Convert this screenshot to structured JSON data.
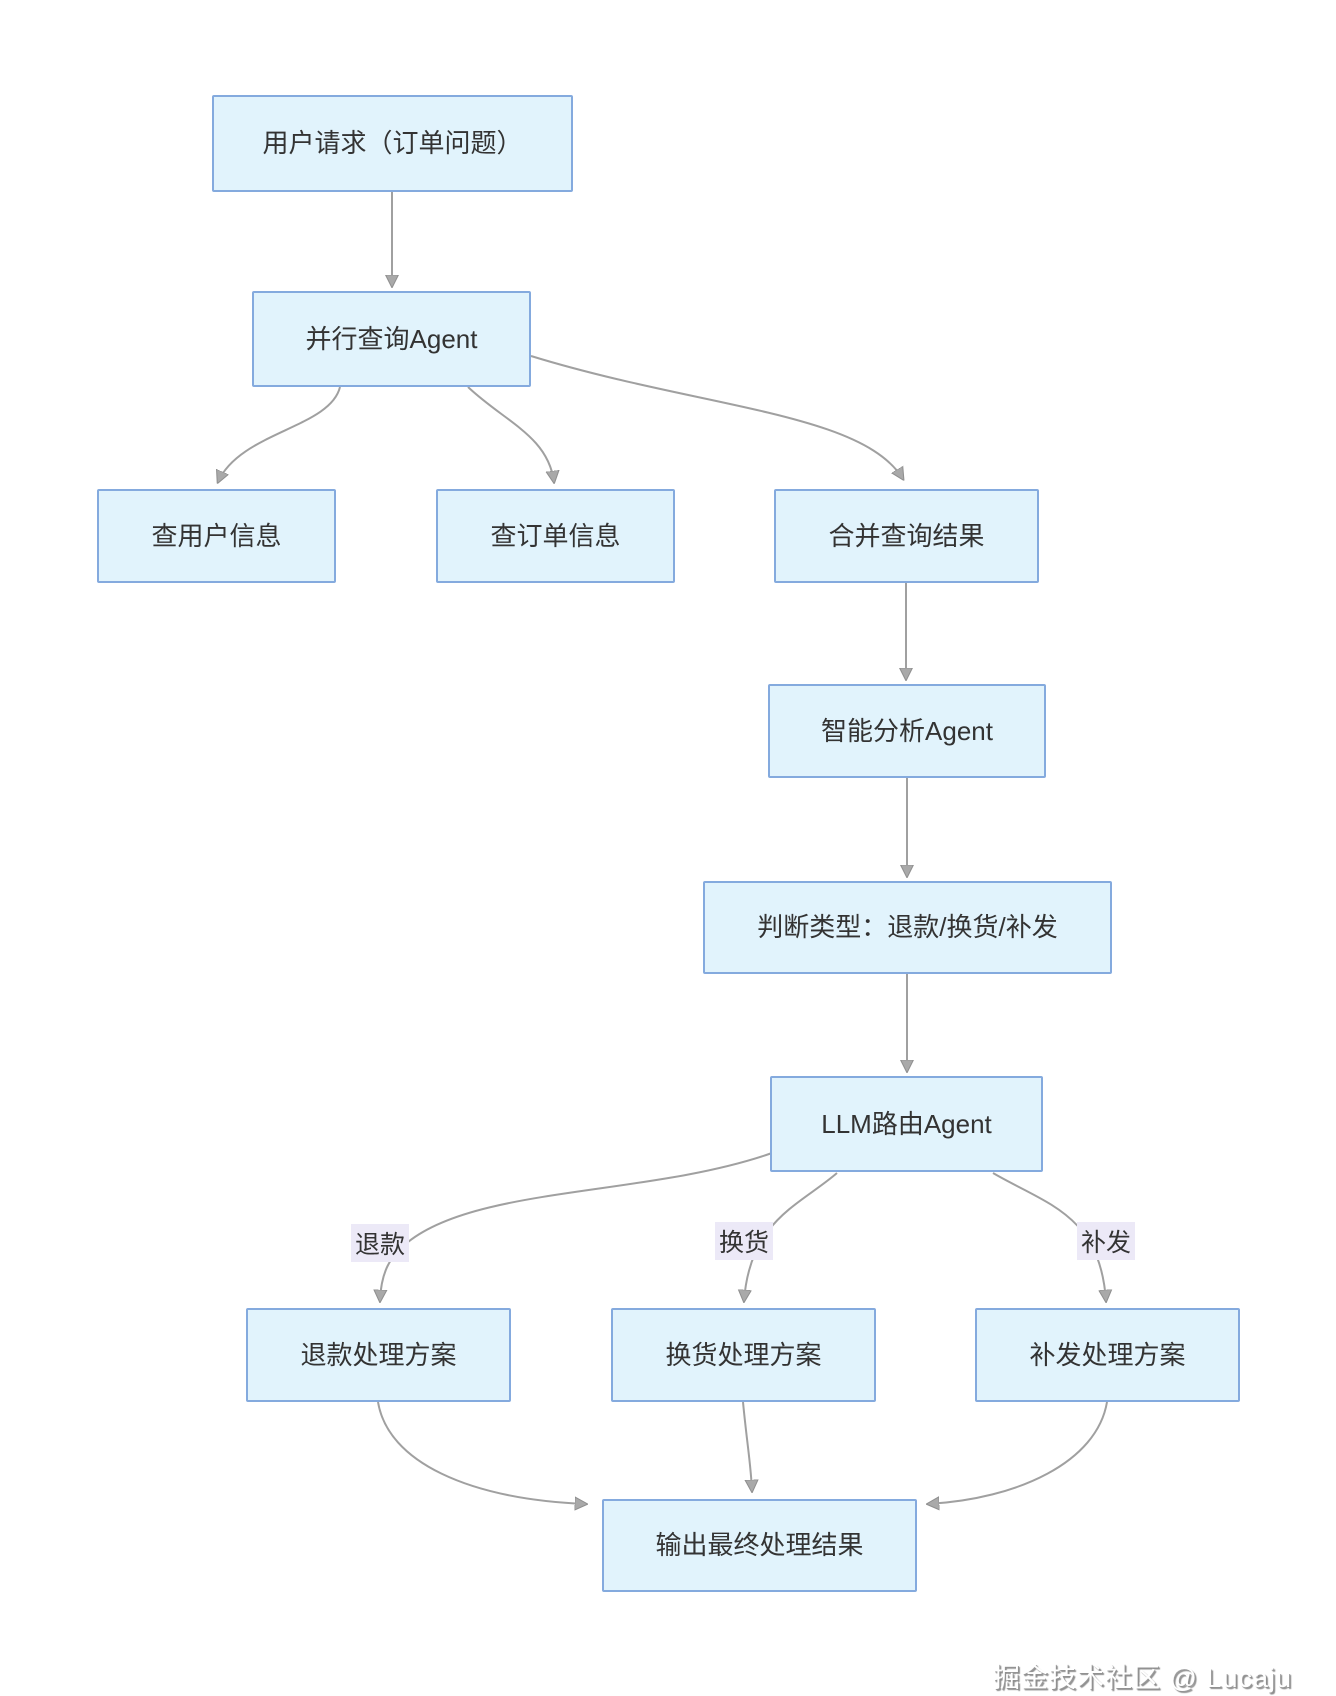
{
  "diagram": {
    "nodes": {
      "user_request": {
        "label": "用户请求（订单问题）"
      },
      "parallel_query_agent": {
        "label": "并行查询Agent"
      },
      "query_user_info": {
        "label": "查用户信息"
      },
      "query_order_info": {
        "label": "查订单信息"
      },
      "merge_results": {
        "label": "合并查询结果"
      },
      "analysis_agent": {
        "label": "智能分析Agent"
      },
      "judge_type": {
        "label": "判断类型：退款/换货/补发"
      },
      "llm_router_agent": {
        "label": "LLM路由Agent"
      },
      "refund_plan": {
        "label": "退款处理方案"
      },
      "exchange_plan": {
        "label": "换货处理方案"
      },
      "reissue_plan": {
        "label": "补发处理方案"
      },
      "output_result": {
        "label": "输出最终处理结果"
      }
    },
    "edge_labels": {
      "refund": "退款",
      "exchange": "换货",
      "reissue": "补发"
    },
    "colors": {
      "node_fill": "#e1f3fc",
      "node_border": "#84aade",
      "edge_stroke": "#a0a0a0",
      "arrowhead": "#a9a9a9",
      "edge_label_bg": "#ece9f7",
      "text": "#333333"
    },
    "watermark": "掘金技术社区 @ Lucaju"
  }
}
